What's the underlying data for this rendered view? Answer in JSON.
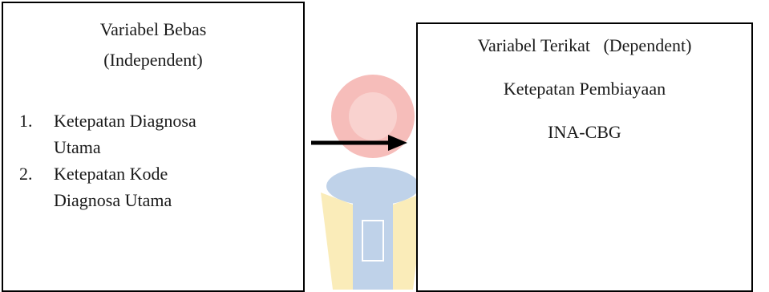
{
  "independent": {
    "title_line1": "Variabel Bebas",
    "title_line2": "(Independent)",
    "items": [
      {
        "num": "1.",
        "line1": "Ketepatan Diagnosa",
        "line2": "Utama"
      },
      {
        "num": "2.",
        "line1": "Ketepatan Kode",
        "line2": "Diagnosa Utama"
      }
    ]
  },
  "dependent": {
    "title": "Variabel Terikat   (Dependent)",
    "line1": "Ketepatan Pembiayaan",
    "line2": "INA-CBG"
  },
  "colors": {
    "border": "#000000",
    "watermark_red": "#e8453c",
    "watermark_blue": "#4a7fc1",
    "watermark_yellow": "#f3c93a"
  }
}
